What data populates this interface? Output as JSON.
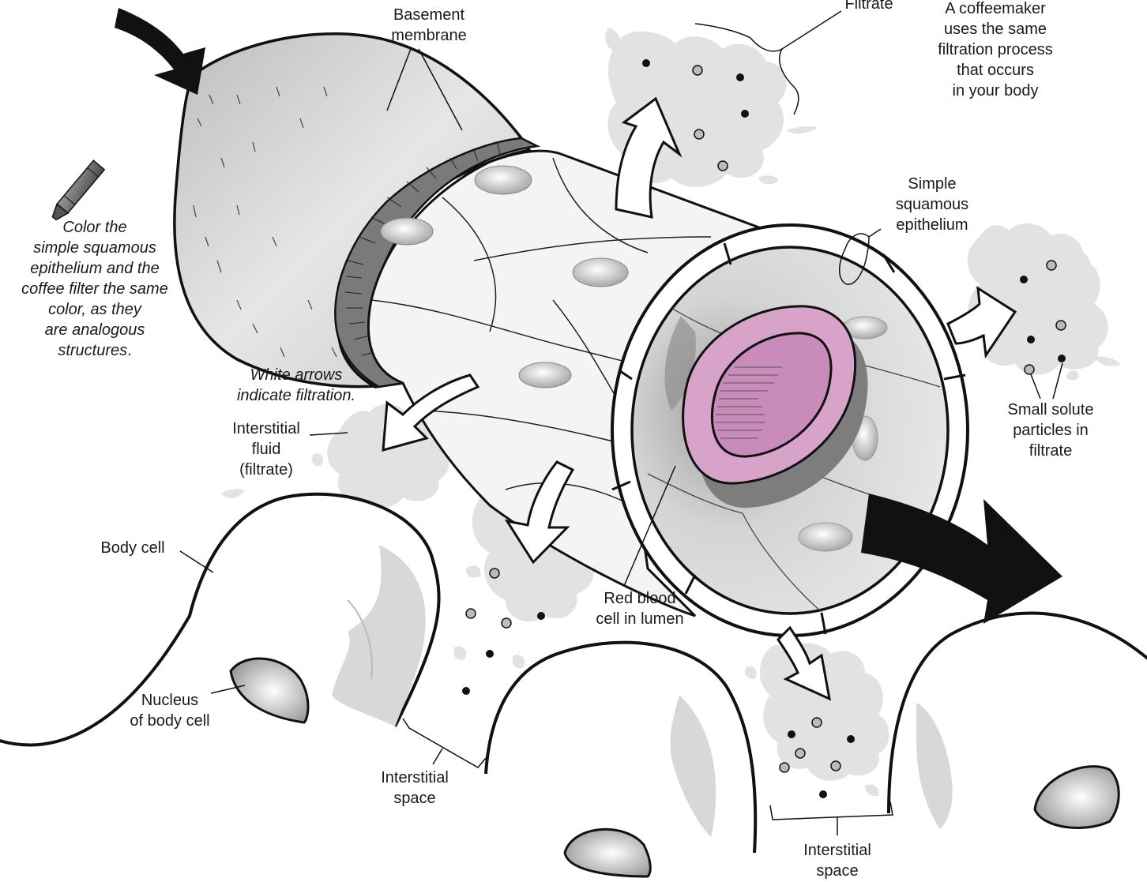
{
  "labels": {
    "basement_membrane": "Basement\nmembrane",
    "filtrate": "Filtrate",
    "coffeemaker_note": "A coffeemaker\nuses the same\nfiltration process\nthat occurs\nin your body",
    "color_instruction_main": "Color the\nsimple squamous\nepithelium and the\ncoffee filter the same\ncolor, as they\nare analogous\nstructures",
    "color_instruction_end": ".",
    "white_arrows_note": "White arrows\nindicate filtration.",
    "interstitial_fluid": "Interstitial\nfluid\n(filtrate)",
    "simple_squamous": "Simple\nsquamous\nepithelium",
    "small_solute": "Small solute\nparticles in\nfiltrate",
    "body_cell": "Body cell",
    "red_blood_cell": "Red blood\ncell in lumen",
    "nucleus": "Nucleus\nof body cell",
    "interstitial_space_left": "Interstitial\nspace",
    "interstitial_space_right": "Interstitial\nspace"
  },
  "colors": {
    "rbc_fill": "#d7a3c9",
    "gray_fill": "#d6d6d6",
    "splash_fill": "#e2e2e2",
    "outline": "#111111"
  },
  "icons": [
    "crayon-icon",
    "blood-flow-arrow-icon",
    "filtration-arrow-icon"
  ]
}
